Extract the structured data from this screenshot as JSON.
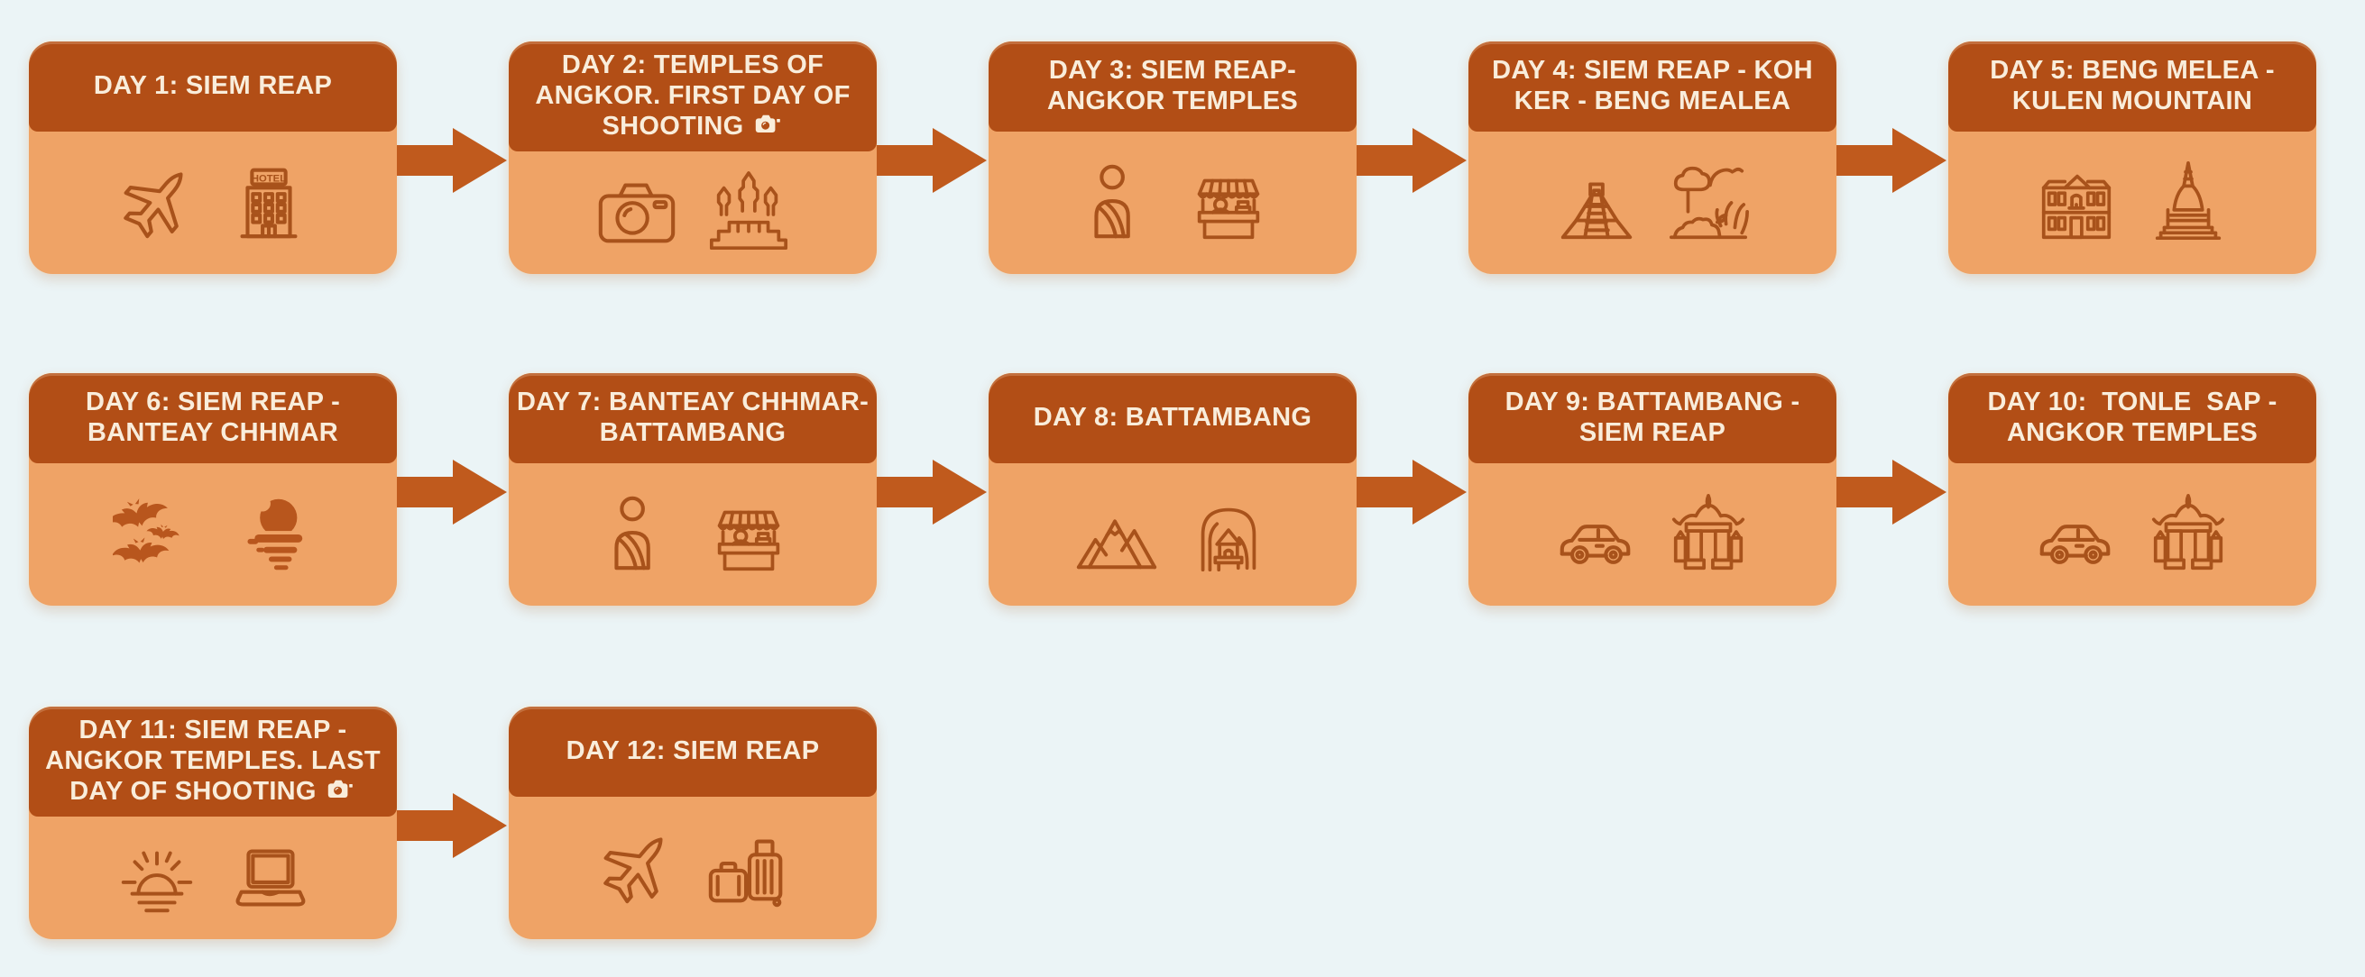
{
  "colors": {
    "background": "#ebf4f6",
    "card_header": "#b24e16",
    "card_body": "#efa366",
    "arrow": "#c05a1d",
    "icon_outline": "#a8521b",
    "icon_fill": "#b8561d",
    "title_text": "#f9eddb"
  },
  "days": [
    {
      "id": 1,
      "title": "DAY 1: SIEM REAP",
      "camera_badge": false,
      "icons": [
        "airplane",
        "hotel-building"
      ]
    },
    {
      "id": 2,
      "title": "DAY 2: TEMPLES OF ANGKOR. FIRST DAY OF SHOOTING",
      "camera_badge": true,
      "icons": [
        "camera",
        "angkor-temple"
      ]
    },
    {
      "id": 3,
      "title": "DAY 3: SIEM REAP- ANGKOR TEMPLES",
      "camera_badge": false,
      "icons": [
        "monk",
        "market-stall"
      ]
    },
    {
      "id": 4,
      "title": "DAY 4: SIEM REAP - KOH KER - BENG MEALEA",
      "camera_badge": false,
      "icons": [
        "step-pyramid",
        "jungle"
      ]
    },
    {
      "id": 5,
      "title": "DAY 5: BENG MELEA - KULEN MOUNTAIN",
      "camera_badge": false,
      "icons": [
        "colonial-house",
        "stupa"
      ]
    },
    {
      "id": 6,
      "title": "DAY 6: SIEM REAP - BANTEAY CHHMAR",
      "camera_badge": false,
      "icons": [
        "bats",
        "sunset-water"
      ]
    },
    {
      "id": 7,
      "title": "DAY 7: BANTEAY CHHMAR-BATTAMBANG",
      "camera_badge": false,
      "icons": [
        "monk",
        "market-stall"
      ]
    },
    {
      "id": 8,
      "title": "DAY 8: BATTAMBANG",
      "camera_badge": false,
      "icons": [
        "mountains",
        "cave-temple"
      ]
    },
    {
      "id": 9,
      "title": "DAY 9: BATTAMBANG - SIEM REAP",
      "camera_badge": false,
      "icons": [
        "car",
        "temple-gate"
      ]
    },
    {
      "id": 10,
      "title": "DAY 10:  TONLE  SAP - ANGKOR TEMPLES",
      "camera_badge": false,
      "icons": [
        "car",
        "temple-gate"
      ]
    },
    {
      "id": 11,
      "title": "DAY 11: SIEM REAP - ANGKOR TEMPLES. LAST DAY OF SHOOTING",
      "camera_badge": true,
      "icons": [
        "sunrise",
        "laptop"
      ]
    },
    {
      "id": 12,
      "title": "DAY 12: SIEM REAP",
      "camera_badge": false,
      "icons": [
        "airplane",
        "luggage"
      ]
    }
  ],
  "layout": {
    "rows": [
      [
        0,
        1,
        2,
        3,
        4
      ],
      [
        5,
        6,
        7,
        8,
        9
      ],
      [
        10,
        11
      ]
    ]
  }
}
